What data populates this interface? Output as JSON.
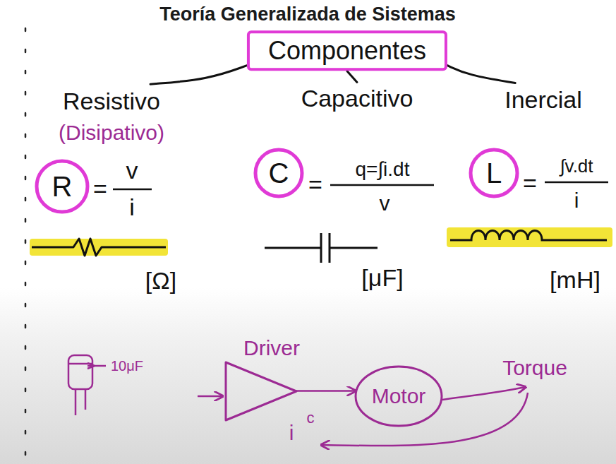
{
  "diagram": {
    "title": "Teoría Generalizada de Sistemas",
    "nodes": [
      {
        "text": [
          "Componentes"
        ]
      },
      {
        "text": [
          "Resistivo",
          "(Disipativo)"
        ]
      },
      {
        "text": [
          "Capacitivo"
        ]
      },
      {
        "text": [
          "Inercial"
        ]
      },
      {
        "text": [
          "R"
        ]
      },
      {
        "text": [
          "C"
        ]
      },
      {
        "text": [
          "L"
        ]
      },
      {
        "text": [
          "Driver"
        ]
      },
      {
        "text": [
          "Motor"
        ]
      }
    ],
    "edges": [
      {
        "from": 0,
        "to": 1,
        "arrow": "none"
      },
      {
        "from": 0,
        "to": 2,
        "arrow": "none"
      },
      {
        "from": 0,
        "to": 3,
        "arrow": "none"
      },
      {
        "from": 7,
        "to": 8,
        "arrow": "to"
      }
    ],
    "labels": [
      "=",
      "v",
      "i",
      "[Ω]",
      "=",
      "q=∫i.dt",
      "v",
      "[μF]",
      "=",
      "∫v.dt",
      "i",
      "[mH]",
      "10μF",
      "Torque",
      "i",
      "c"
    ]
  }
}
